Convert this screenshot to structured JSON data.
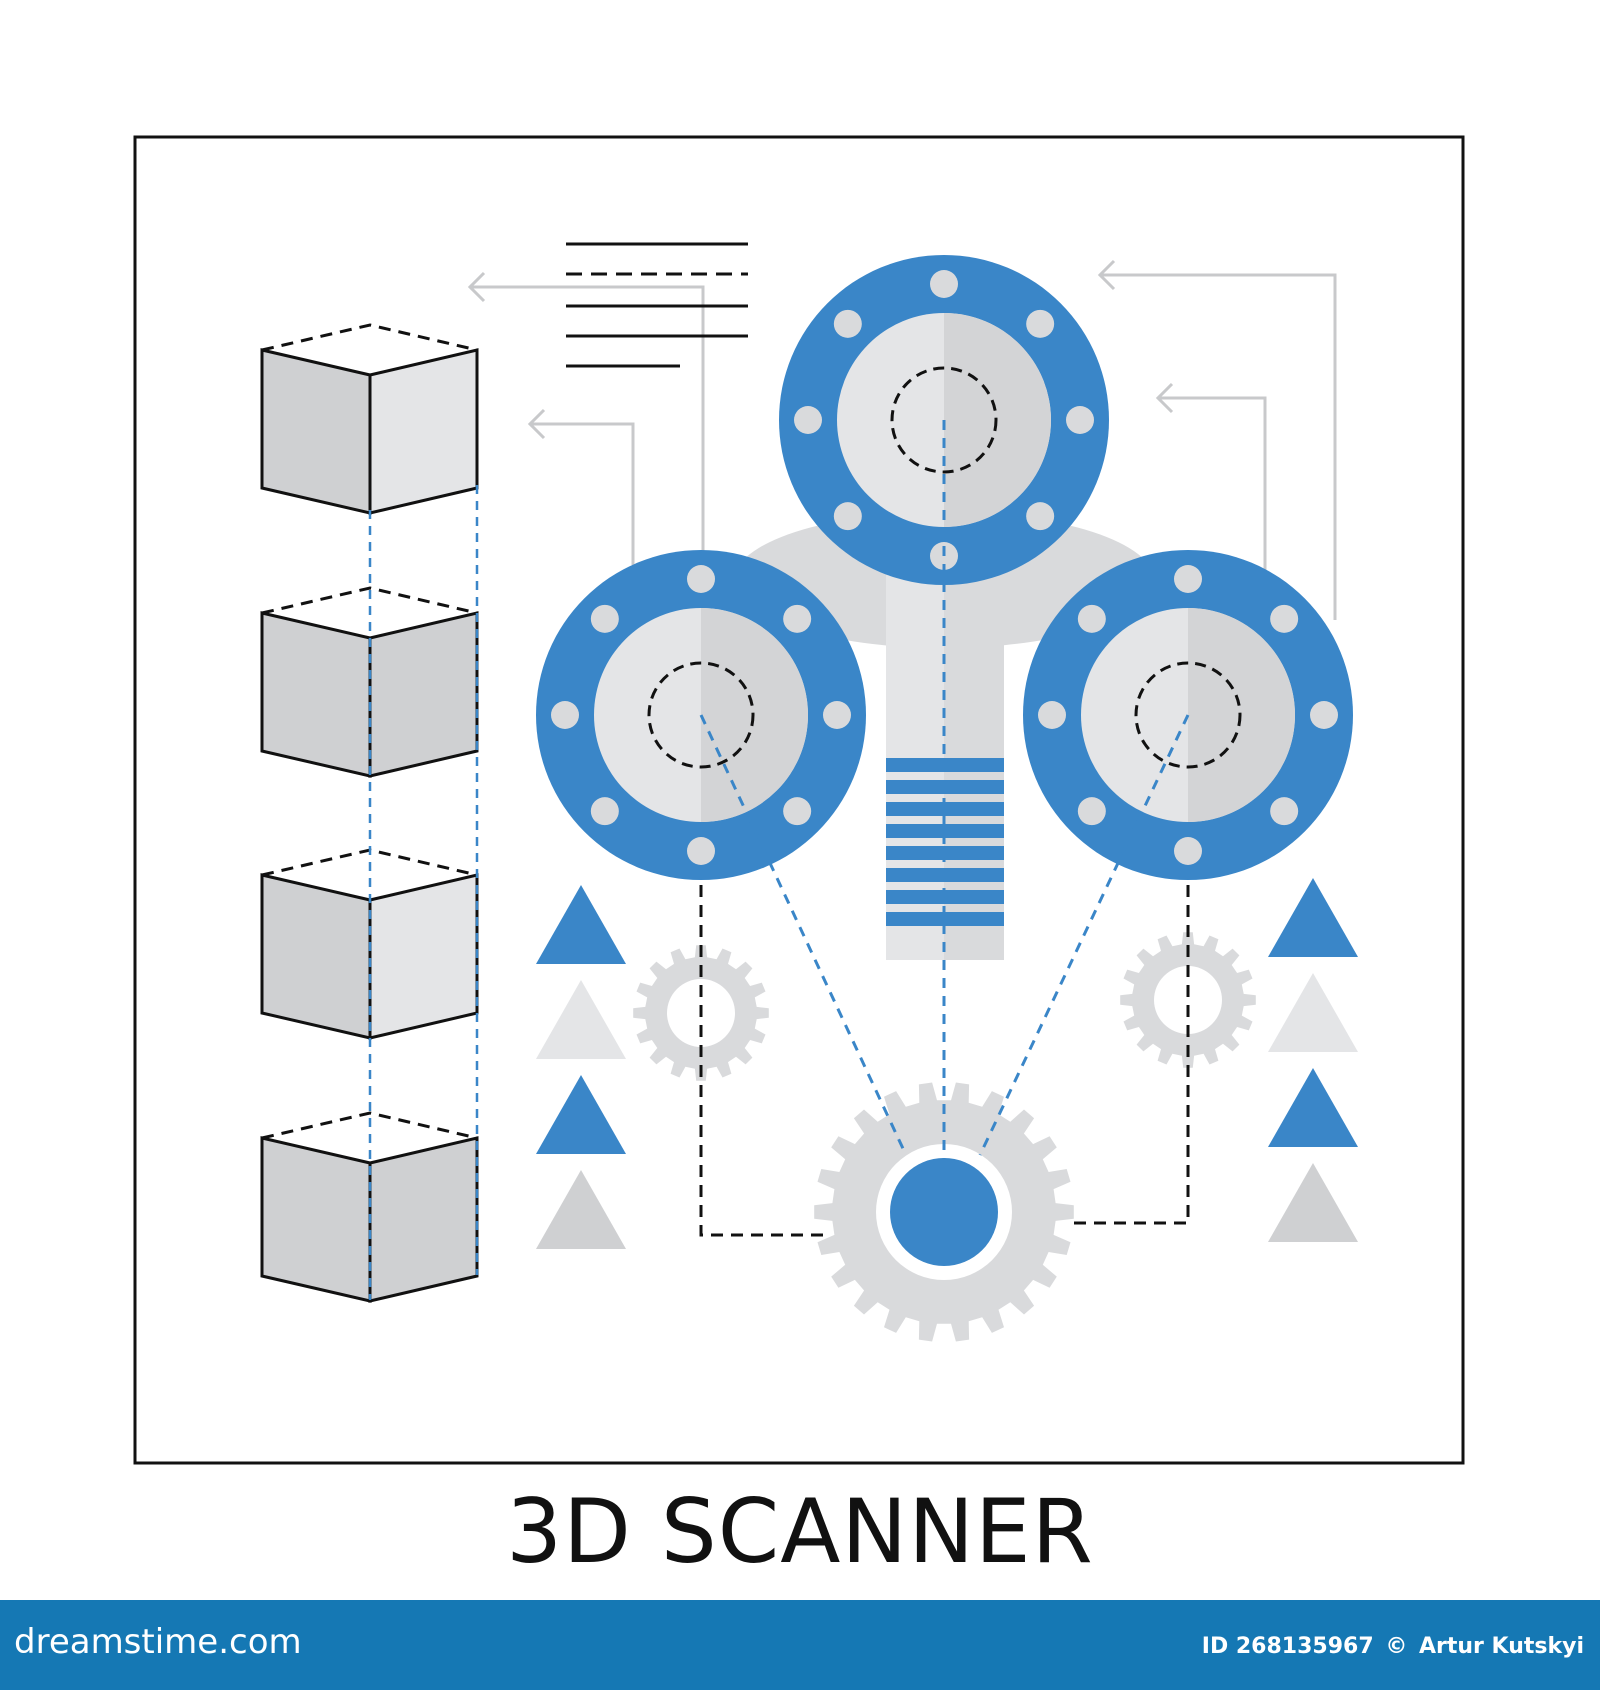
{
  "illustration": {
    "caption": "3D SCANNER",
    "colors": {
      "accent_blue": "#3a86c8",
      "light_gray": "#e4e5e7",
      "mid_gray": "#cfd0d2",
      "line_gray": "#c8c9cb",
      "outline": "#111111"
    },
    "elements": [
      "frame",
      "cube-stack",
      "scanner-disc-top",
      "scanner-disc-left",
      "scanner-disc-right",
      "gear-small-left",
      "gear-small-right",
      "gear-large",
      "triangle-column-left",
      "triangle-column-right",
      "text-lines",
      "flow-arrows"
    ]
  },
  "footer": {
    "brand": "dreamstime.com",
    "id_text": "ID 268135967",
    "credit_symbol": "©",
    "author": "Artur Kutskyi",
    "background_color": "#1578b4"
  }
}
